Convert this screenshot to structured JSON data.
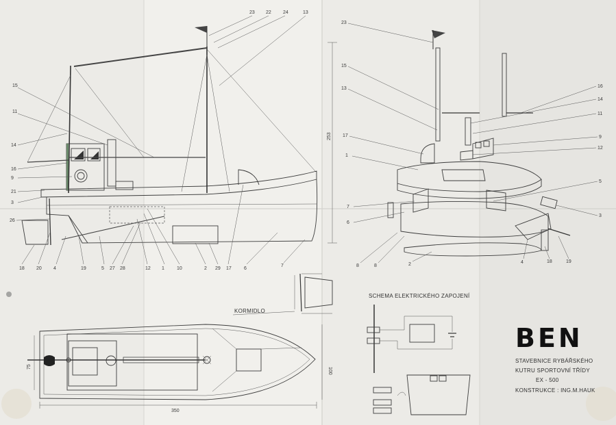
{
  "brand": "BEN",
  "info": {
    "line1": "STAVEBNICE RYBÁŘSKÉHO",
    "line2": "KUTRU SPORTOVNÍ TŘÍDY",
    "line3": "EX - 500",
    "line4": "KONSTRUKCE : ING.M.HAUK"
  },
  "captions": {
    "rudder": "KORMIDLO",
    "electric": "SCHEMA ELEKTRICKÉHO ZAPOJENÍ"
  },
  "dimensions": {
    "height": "253",
    "length": "350",
    "beam_left": "75",
    "beam_right": "100"
  },
  "side_view_labels": {
    "top": [
      "23",
      "22",
      "24",
      "13"
    ],
    "left": [
      "15",
      "11",
      "14",
      "16",
      "9",
      "21",
      "3",
      "26"
    ],
    "bottom": [
      "18",
      "20",
      "4",
      "19",
      "5",
      "27",
      "28",
      "12",
      "1",
      "10",
      "2",
      "29",
      "17",
      "6",
      "7"
    ]
  },
  "exploded_view_labels": {
    "left": [
      "23",
      "15",
      "13",
      "17",
      "1",
      "7",
      "6",
      "8",
      "8",
      "2"
    ],
    "right": [
      "16",
      "14",
      "11",
      "9",
      "12",
      "5",
      "3",
      "4",
      "18",
      "19"
    ]
  }
}
